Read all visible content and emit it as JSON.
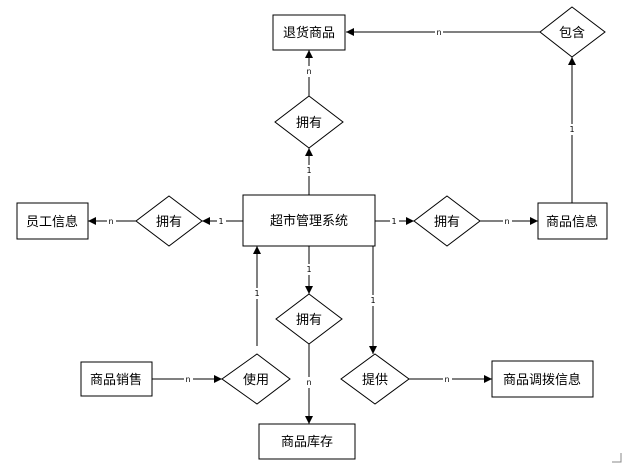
{
  "entities": {
    "system": "超市管理系统",
    "returned_goods": "退货商品",
    "employee_info": "员工信息",
    "product_info": "商品信息",
    "product_sales": "商品销售",
    "inventory": "商品库存",
    "transfer_info": "商品调拨信息"
  },
  "relationships": {
    "contains": "包含",
    "own_top": "拥有",
    "own_left": "拥有",
    "own_right": "拥有",
    "own_bottom": "拥有",
    "use": "使用",
    "provide": "提供"
  },
  "cardinality": {
    "contains_to_returned": "n",
    "product_to_contains": "1",
    "own_top_to_returned": "n",
    "system_to_own_top": "1",
    "own_left_to_employee": "n",
    "system_to_own_left": "1",
    "system_to_own_right": "1",
    "own_right_to_product": "n",
    "use_to_system": "1",
    "sales_to_use": "n",
    "system_to_own_bottom": "1",
    "own_bottom_to_inventory": "n",
    "system_to_provide": "1",
    "provide_to_transfer": "n"
  }
}
